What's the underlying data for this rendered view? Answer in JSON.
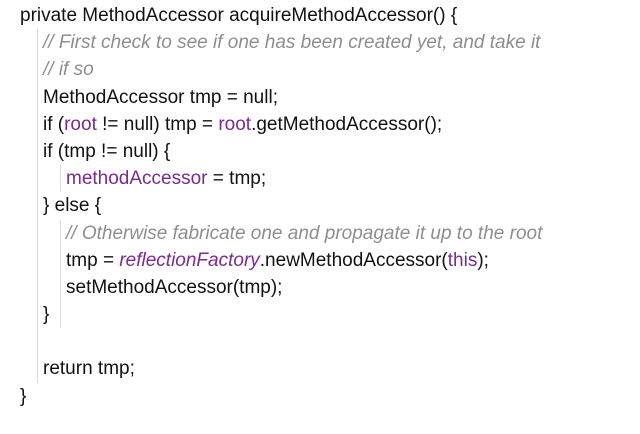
{
  "colors": {
    "comment": "#8e8e8e",
    "field": "#7a2b8f",
    "indent_guide": "#d9d9d9",
    "text": "#111111",
    "background": "#ffffff"
  },
  "code": [
    {
      "indent": 0,
      "guides": 0,
      "tokens": [
        {
          "text": "private MethodAccessor acquireMethodAccessor() {",
          "type": "plain"
        }
      ]
    },
    {
      "indent": 1,
      "guides": 1,
      "tokens": [
        {
          "text": "// First check to see if one has been created yet, and take it",
          "type": "comment"
        }
      ]
    },
    {
      "indent": 1,
      "guides": 1,
      "tokens": [
        {
          "text": "// if so",
          "type": "comment"
        }
      ]
    },
    {
      "indent": 1,
      "guides": 1,
      "tokens": [
        {
          "text": "MethodAccessor tmp = null;",
          "type": "plain"
        }
      ]
    },
    {
      "indent": 1,
      "guides": 1,
      "tokens": [
        {
          "text": "if (",
          "type": "plain"
        },
        {
          "text": "root",
          "type": "field"
        },
        {
          "text": " != null) tmp = ",
          "type": "plain"
        },
        {
          "text": "root",
          "type": "field"
        },
        {
          "text": ".getMethodAccessor();",
          "type": "plain"
        }
      ]
    },
    {
      "indent": 1,
      "guides": 1,
      "tokens": [
        {
          "text": "if (tmp != null) {",
          "type": "plain"
        }
      ]
    },
    {
      "indent": 2,
      "guides": 2,
      "tokens": [
        {
          "text": "methodAccessor",
          "type": "field"
        },
        {
          "text": " = tmp;",
          "type": "plain"
        }
      ]
    },
    {
      "indent": 1,
      "guides": 1,
      "tokens": [
        {
          "text": "} else {",
          "type": "plain"
        }
      ]
    },
    {
      "indent": 2,
      "guides": 2,
      "tokens": [
        {
          "text": "// Otherwise fabricate one and propagate it up to the root",
          "type": "comment"
        }
      ]
    },
    {
      "indent": 2,
      "guides": 2,
      "tokens": [
        {
          "text": "tmp = ",
          "type": "plain"
        },
        {
          "text": "reflectionFactory",
          "type": "field-italic"
        },
        {
          "text": ".newMethodAccessor(",
          "type": "plain"
        },
        {
          "text": "this",
          "type": "field"
        },
        {
          "text": ");",
          "type": "plain"
        }
      ]
    },
    {
      "indent": 2,
      "guides": 2,
      "tokens": [
        {
          "text": "setMethodAccessor(tmp);",
          "type": "plain"
        }
      ]
    },
    {
      "indent": 1,
      "guides": 2,
      "tokens": [
        {
          "text": "}",
          "type": "plain"
        }
      ]
    },
    {
      "indent": 1,
      "guides": 1,
      "tokens": []
    },
    {
      "indent": 1,
      "guides": 1,
      "tokens": [
        {
          "text": "return tmp;",
          "type": "plain"
        }
      ]
    },
    {
      "indent": 0,
      "guides": 0,
      "tokens": [
        {
          "text": "}",
          "type": "plain"
        }
      ]
    }
  ]
}
